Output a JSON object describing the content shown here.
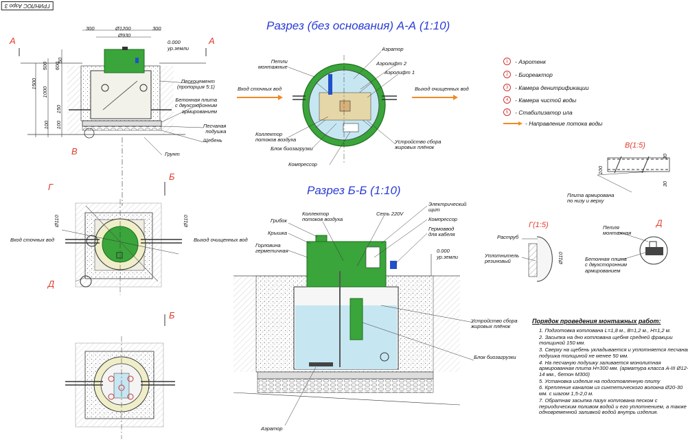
{
  "stamp": "ГРИНЛОС Аэро 3",
  "titles": {
    "section_aa": "Разрез (без основания) А-А (1:10)",
    "section_bb": "Разрез Б-Б (1:10)"
  },
  "markers": {
    "a": "А",
    "b": "Б",
    "v": "В",
    "g": "Г",
    "d": "Д"
  },
  "details": {
    "v": "В(1:5)",
    "g": "Г(1:5)",
    "d": "Д",
    "v_plate": "Плита армирована\nпо низу и верху",
    "g_bell": "Раструб",
    "g_seal": "Уплотнитель\nрезиновый",
    "d_loop": "Петля\nмонтажная",
    "d_plate": "Бетонная плита\nс двухсторонним\nармированием",
    "dim_30": "30",
    "dim_100": "100",
    "dim_110": "Ø110"
  },
  "front_view": {
    "dim_1200": "Ø1200",
    "dim_930": "Ø930",
    "dim_300": "300",
    "level": "0.000",
    "ground_level": "ур.земли",
    "dim_1500": "1500",
    "dim_500": "500",
    "dim_600": "600",
    "dim_1000": "1000",
    "dim_50": "50",
    "dim_150": "150",
    "dim_100": "100",
    "sand_cement": "Пескоцемент\n(пропорция 5:1)",
    "concrete_plate": "Бетонная плита\nс двухсторонним\nармированием",
    "sand_cushion": "Песчаная\nподушка",
    "gravel": "Щебень",
    "soil": "Грунт"
  },
  "plan_view": {
    "inlet": "Вход сточных вод",
    "outlet": "Выход очищенных вод",
    "dim_110": "Ø110"
  },
  "section_aa": {
    "loops": "Петли\nмонтажные",
    "inlet": "Вход сточных вод",
    "outlet": "Выход очищенных вод",
    "aerator": "Аэратор",
    "airlift2": "Аэролифт 2",
    "airlift1": "Аэролифт 1",
    "collector": "Коллектор\nпотоков воздуха",
    "bio_block": "Блок биозагрузки",
    "compressor": "Компрессор",
    "fat_collector": "Устройство сбора\nжировых плёнок"
  },
  "legend": [
    {
      "num": "1",
      "text": "- Аэротенк"
    },
    {
      "num": "2",
      "text": "- Биореактор"
    },
    {
      "num": "3",
      "text": "- Камера денитрификации"
    },
    {
      "num": "4",
      "text": "- Камера чистой воды"
    },
    {
      "num": "5",
      "text": "- Стабилизатор ила"
    }
  ],
  "legend_arrow": "- Направление потока воды",
  "section_bb": {
    "grib": "Грибок",
    "collector": "Коллектор\nпотоков воздуха",
    "network": "Сеть 220V",
    "panel": "Электрический\nщит",
    "compressor": "Компрессор",
    "hermo": "Гермоввод\nдля кабеля",
    "lid": "Крышка",
    "neck": "Горловина\nгерметичная",
    "level": "0.000",
    "ground_level": "ур.земли",
    "fat_collector": "Устройство сбора\nжировых плёнок",
    "bio_block": "Блок биозагрузки",
    "aerator": "Аэратор"
  },
  "steps_title": "Порядок проведения монтажных работ:",
  "steps": [
    "1. Подготовка котлована L=1,8 м., B=1,2 м., H=1,2 м.",
    "2. Засыпка на дно котлована щебня средней фракции толщиной 150 мм.",
    "3. Сверху на щебень укладывается и уплотняется песчаная подушка толщиной не менее 50 мм.",
    "4. На песчаную подушку заливается монолитная армированная плита H=300 мм. (арматура класса А-III Ø12-14 мм., бетон М300)",
    "5. Установка изделия на подготовленную плиту",
    "6. Крепление каналом из синтетического волокна Ø20-30 мм. с шагом 1,5-2,0 м.",
    "7. Обратная засыпка пазух котлована песком с периодическим поливом водой и его уплотнением, а также с одновременной заливкой водой внутрь изделия."
  ],
  "colors": {
    "tank_green": "#3aa53a",
    "water": "#c6e6f2",
    "title_blue": "#2a3bd6",
    "marker_red": "#e03a2a",
    "flow_orange": "#f08a20"
  }
}
